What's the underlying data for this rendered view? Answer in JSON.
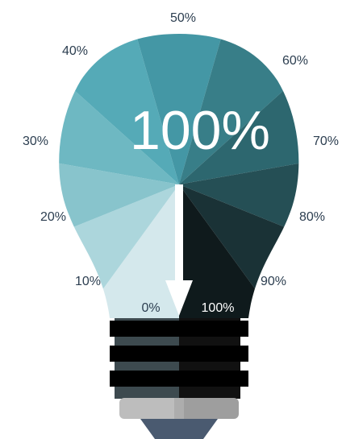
{
  "gauge": {
    "value_text": "100%",
    "value_fraction": 1.0,
    "scale_labels": [
      "0%",
      "10%",
      "20%",
      "30%",
      "40%",
      "50%",
      "60%",
      "70%",
      "80%",
      "90%",
      "100%"
    ]
  },
  "colors": {
    "segments": [
      "#d4e8ec",
      "#acd6dc",
      "#88c4cc",
      "#6eb8c2",
      "#55aab7",
      "#4497a5",
      "#387e88",
      "#2d676f",
      "#254f55",
      "#1a3236",
      "#0f1a1c"
    ],
    "label_text": "#2c3e50",
    "value_text": "#ffffff",
    "needle": "#ffffff",
    "base_stripe_black": "#000000",
    "base_stripe_dark": "#3d4a4f",
    "cap_light": "#bdbdbd",
    "cap_dark": "#9e9e9e",
    "tip": "#4a5a70"
  }
}
